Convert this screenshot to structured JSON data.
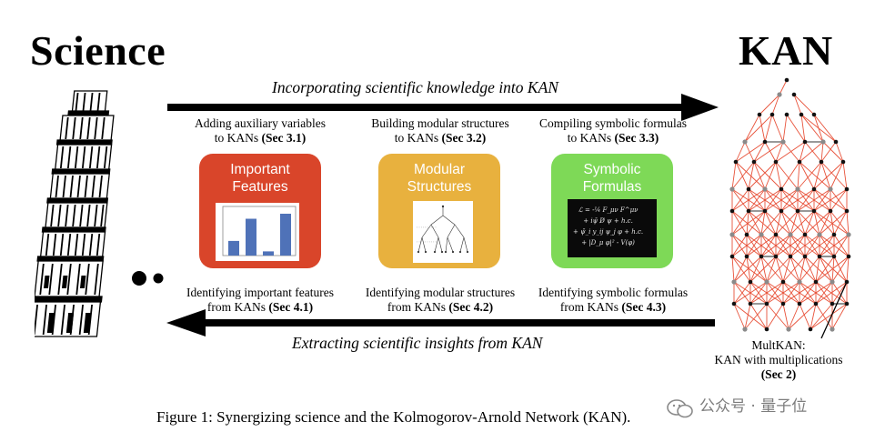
{
  "left_title": "Science",
  "right_title": "KAN",
  "top_arrow_label": "Incorporating scientific knowledge into KAN",
  "bottom_arrow_label": "Extracting scientific insights from KAN",
  "cards": [
    {
      "title_line1": "Important",
      "title_line2": "Features",
      "color": "#d9452a",
      "top_caption_line1": "Adding auxiliary variables",
      "top_caption_line2_prefix": "to KANs ",
      "top_caption_ref": "(Sec 3.1)",
      "bottom_caption_line1": "Identifying important features",
      "bottom_caption_line2_prefix": "from KANs ",
      "bottom_caption_ref": "(Sec 4.1)"
    },
    {
      "title_line1": "Modular",
      "title_line2": "Structures",
      "color": "#e8b13e",
      "top_caption_line1": "Building modular structures",
      "top_caption_line2_prefix": "to KANs ",
      "top_caption_ref": "(Sec 3.2)",
      "bottom_caption_line1": "Identifying modular structures",
      "bottom_caption_line2_prefix": "from KANs ",
      "bottom_caption_ref": "(Sec 4.2)"
    },
    {
      "title_line1": "Symbolic",
      "title_line2": "Formulas",
      "color": "#7ed957",
      "top_caption_line1": "Compiling symbolic formulas",
      "top_caption_line2_prefix": "to KANs ",
      "top_caption_ref": "(Sec 3.3)",
      "bottom_caption_line1": "Identifying symbolic formulas",
      "bottom_caption_line2_prefix": "from KANs ",
      "bottom_caption_ref": "(Sec 4.3)"
    }
  ],
  "feature_bars": [
    0.35,
    0.88,
    0.1,
    1.0
  ],
  "bar_color": "#4f72b8",
  "formula_lines": [
    "ℒ = -¼ F_μν F^μν",
    "+ iψ̄ D̸ ψ + h.c.",
    "+ ψ̄_i y_ij ψ_j φ + h.c.",
    "+ |D_μ φ|² - V(φ)"
  ],
  "multkan_line1": "MultKAN:",
  "multkan_line2": "KAN with multiplications",
  "multkan_ref": "(Sec 2)",
  "figure_caption": "Figure 1: Synergizing science and the Kolmogorov-Arnold Network (KAN).",
  "watermark": "公众号 · 量子位",
  "kan_edge_color": "#e8523a"
}
